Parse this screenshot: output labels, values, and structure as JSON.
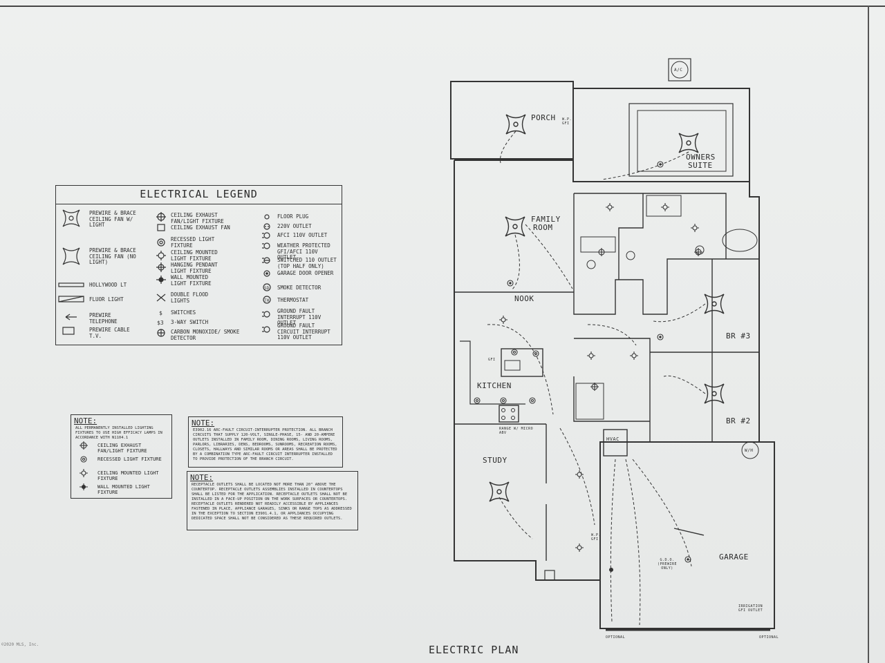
{
  "legend": {
    "title": "ELECTRICAL LEGEND",
    "items_left": [
      {
        "icon": "ceiling-fan-light-icon",
        "label": "PREWIRE & BRACE CEILING FAN W/ LIGHT"
      },
      {
        "icon": "ceiling-fan-icon",
        "label": "PREWIRE & BRACE CEILING FAN (NO LIGHT)"
      },
      {
        "icon": "hollywood-light-icon",
        "label": "HOLLYWOOD LT"
      },
      {
        "icon": "fluor-light-icon",
        "label": "FLUOR LIGHT"
      },
      {
        "icon": "telephone-icon",
        "label": "PREWIRE TELEPHONE"
      },
      {
        "icon": "cable-tv-icon",
        "label": "PREWIRE CABLE T.V."
      }
    ],
    "items_mid": [
      {
        "icon": "exhaust-fan-light-icon",
        "label": "CEILING EXHAUST FAN/LIGHT FIXTURE"
      },
      {
        "icon": "exhaust-fan-icon",
        "label": "CEILING EXHAUST FAN"
      },
      {
        "icon": "recessed-light-icon",
        "label": "RECESSED LIGHT FIXTURE"
      },
      {
        "icon": "ceiling-light-icon",
        "label": "CEILING MOUNTED LIGHT FIXTURE"
      },
      {
        "icon": "pendant-light-icon",
        "label": "HANGING PENDANT LIGHT FIXTURE"
      },
      {
        "icon": "wall-light-icon",
        "label": "WALL MOUNTED LIGHT FIXTURE"
      },
      {
        "icon": "flood-light-icon",
        "label": "DOUBLE FLOOD LIGHTS"
      },
      {
        "icon": "switch-icon",
        "label": "SWITCHES"
      },
      {
        "icon": "three-way-switch-icon",
        "label": "3-WAY SWITCH"
      },
      {
        "icon": "co-smoke-detector-icon",
        "label": "CARBON MONOXIDE/ SMOKE DETECTOR"
      }
    ],
    "items_right": [
      {
        "icon": "floor-plug-icon",
        "label": "FLOOR PLUG"
      },
      {
        "icon": "outlet-220v-icon",
        "label": "220V OUTLET"
      },
      {
        "icon": "afci-outlet-icon",
        "label": "AFCI 110V OUTLET"
      },
      {
        "icon": "weather-outlet-icon",
        "label": "WEATHER PROTECTED GFI/AFCI 110V OUTLET"
      },
      {
        "icon": "switched-outlet-icon",
        "label": "SWITCHED 110 OUTLET (TOP HALF ONLY)"
      },
      {
        "icon": "garage-opener-icon",
        "label": "GARAGE DOOR OPENER"
      },
      {
        "icon": "smoke-detector-icon",
        "label": "SMOKE DETECTOR"
      },
      {
        "icon": "thermostat-icon",
        "label": "THERMOSTAT"
      },
      {
        "icon": "gfi-outlet-icon",
        "label": "GROUND FAULT INTERRUPT 110V OUTLET"
      },
      {
        "icon": "gfci-outlet-icon",
        "label": "GROUND FAULT CIRCUIT INTERRUPT 110V OUTLET"
      }
    ]
  },
  "note1": {
    "title": "NOTE:",
    "body": "ALL PERMANENTLY INSTALLED LIGHTING FIXTURES TO USE HIGH EFFICACY LAMPS IN ACCORDANCE WITH N1104.1",
    "items": [
      {
        "icon": "exhaust-fan-light-icon",
        "label": "CEILING EXHAUST FAN/LIGHT FIXTURE"
      },
      {
        "icon": "recessed-light-icon",
        "label": "RECESSED LIGHT FIXTURE"
      },
      {
        "icon": "ceiling-light-icon",
        "label": "CEILING MOUNTED LIGHT FIXTURE"
      },
      {
        "icon": "wall-light-icon",
        "label": "WALL MOUNTED LIGHT FIXTURE"
      }
    ]
  },
  "note2": {
    "title": "NOTE:",
    "body": "E3902.16 ARC-FAULT CIRCUIT-INTERRUPTER PROTECTION. ALL BRANCH CIRCUITS THAT SUPPLY 120-VOLT, SINGLE-PHASE, 15- AND 20-AMPERE OUTLETS INSTALLED IN FAMILY ROOM, DINING ROOMS, LIVING ROOMS, PARLORS, LIBRARIES, DENS, BEDROOMS, SUNROOMS, RECREATION ROOMS, CLOSETS, HALLWAYS AND SIMILAR ROOMS OR AREAS SHALL BE PROTECTED BY A COMBINATION TYPE ARC-FAULT CIRCUIT INTERRUPTER INSTALLED TO PROVIDE PROTECTION OF THE BRANCH CIRCUIT."
  },
  "note3": {
    "title": "NOTE:",
    "body": "RECEPTACLE OUTLETS SHALL BE LOCATED NOT MORE THAN 20\" ABOVE THE COUNTERTOP. RECEPTACLE OUTLETS ASSEMBLIES INSTALLED IN COUNTERTOPS SHALL BE LISTED FOR THE APPLICATION. RECEPTACLE OUTLETS SHALL NOT BE INSTALLED IN A FACE-UP POSITION ON THE WORK SURFACES OR COUNTERTOPS. RECEPTACLE OUTLETS RENDERED NOT READILY ACCESSIBLE BY APPLIANCES FASTENED IN PLACE, APPLIANCE GARAGES, SINKS OR RANGE TOPS AS ADDRESSED IN THE EXCEPTION TO SECTION E3901.4.1, OR APPLIANCES OCCUPYING DEDICATED SPACE SHALL NOT BE CONSIDERED AS THESE REQUIRED OUTLETS."
  },
  "rooms": {
    "porch": "PORCH",
    "owners": "OWNERS",
    "suite": "SUITE",
    "family": "FAMILY",
    "room": "ROOM",
    "nook": "NOOK",
    "kitchen": "KITCHEN",
    "study": "STUDY",
    "br3": "BR #3",
    "br2": "BR #2",
    "garage": "GARAGE",
    "hvac": "HVAC",
    "ac": "A/C",
    "wh": "W/H"
  },
  "annotations": {
    "wp_gfi": "W.P. GFI",
    "gdo": "G.D.O. (PREWIRE ONLY)",
    "irrigation": "IRRIGATION GFI OUTLET",
    "optional": "OPTIONAL",
    "range": "RANGE W/ MICRO ABV",
    "gfi": "GFI"
  },
  "plan_title": "ELECTRIC PLAN",
  "copyright": "©2020 MLS, Inc."
}
